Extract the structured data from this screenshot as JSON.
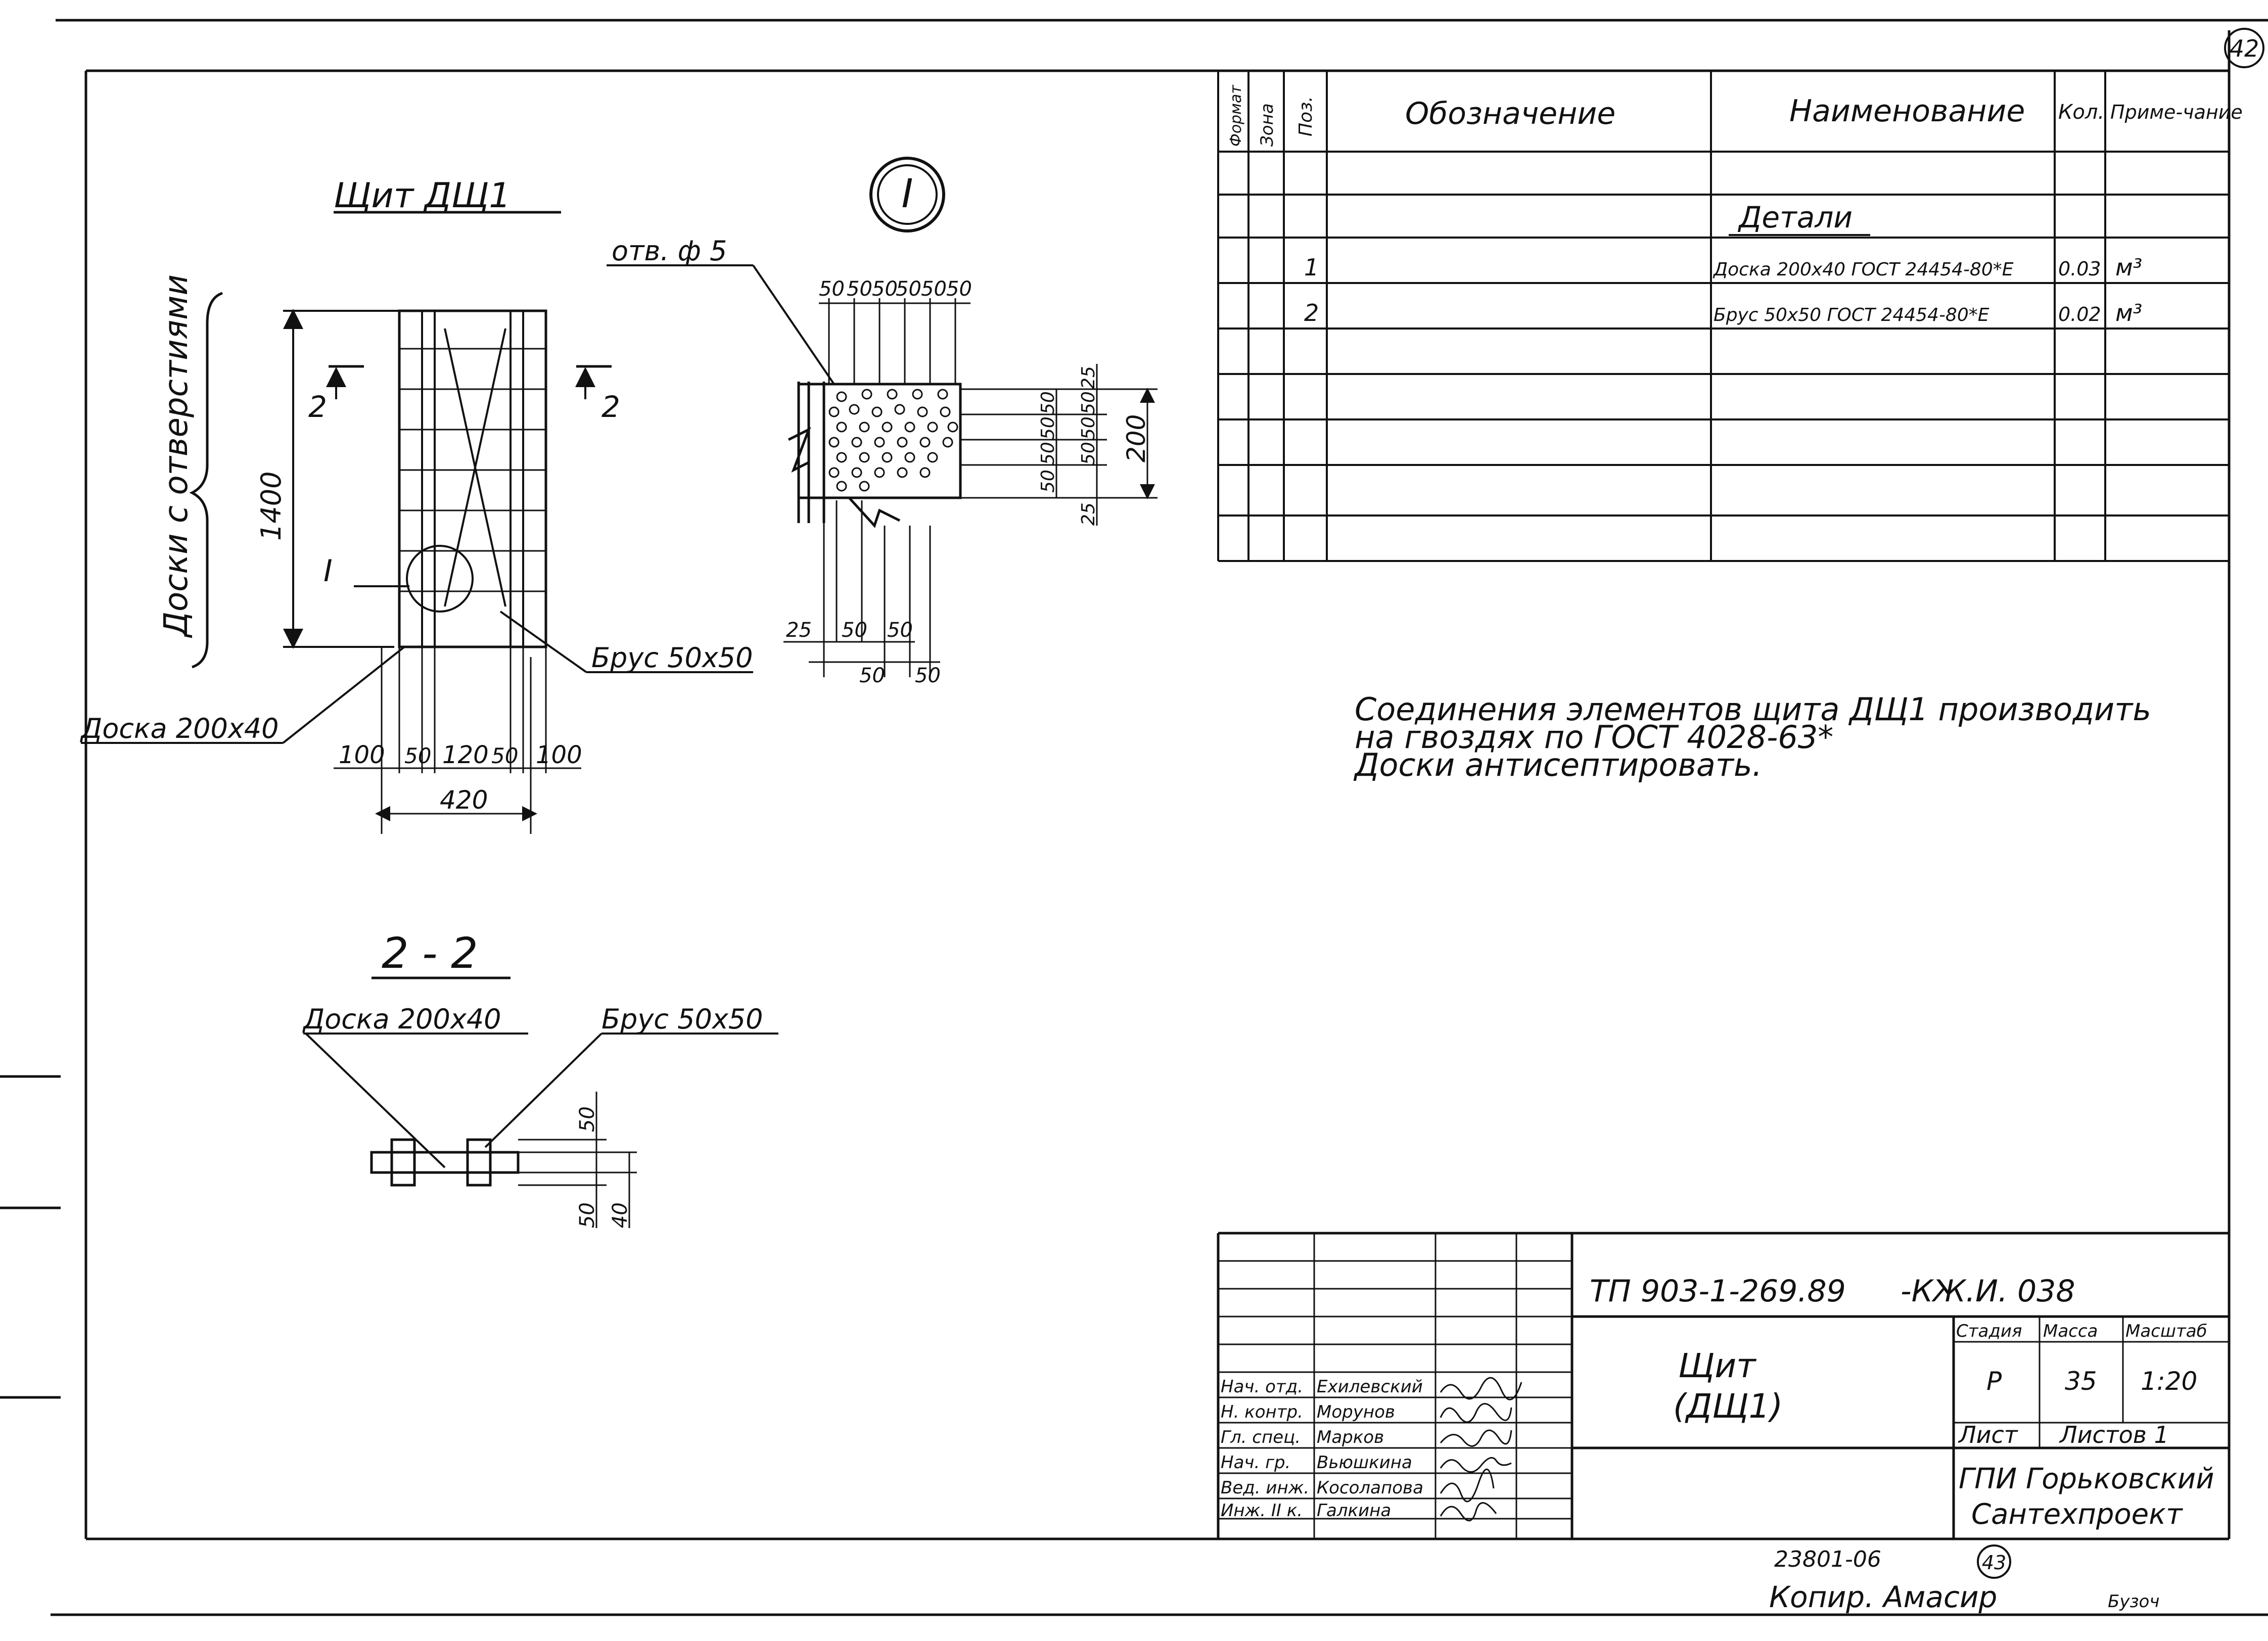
{
  "page_number": "42",
  "page_number_bottom": "43",
  "archive_number": "23801-06",
  "copy_note": "Копир. Амасир",
  "copy_note_small": "Бузоч",
  "shield_view": {
    "title": "Щит ДЩ1",
    "side_label": "Доски с отверстиями",
    "height_dim": "1400",
    "section_mark_left": "2",
    "section_mark_right": "2",
    "detail_mark": "I",
    "board_callout": "Доска 200х40",
    "beam_callout": "Брус 50х50",
    "width_dims": [
      "100",
      "50",
      "120",
      "50",
      "100"
    ],
    "total_width": "420"
  },
  "detail_view": {
    "roman_numeral": "I",
    "hole_label": "отв. ф 5",
    "top_dims": [
      "50",
      "50",
      "50",
      "50",
      "50",
      "50"
    ],
    "right_dims_inner": [
      "50",
      "50",
      "50",
      "50"
    ],
    "right_dims_outer": [
      "25",
      "50",
      "50",
      "50",
      "25"
    ],
    "right_total": "200",
    "bottom_dims_upper": [
      "25",
      "50",
      "50"
    ],
    "bottom_dims_lower": [
      "50",
      "50"
    ]
  },
  "section_view": {
    "title": "2 - 2",
    "board_callout": "Доска 200х40",
    "beam_callout": "Брус 50х50",
    "dims": [
      "50",
      "50",
      "40"
    ]
  },
  "spec_table": {
    "headers": [
      "Формат",
      "Зона",
      "Поз.",
      "Обозначение",
      "Наименование",
      "Кол.",
      "Приме-чание"
    ],
    "section_heading": "Детали",
    "rows": [
      {
        "pos": "1",
        "name": "Доска 200х40 ГОСТ 24454-80*Е",
        "qty": "0.03",
        "note": "м³"
      },
      {
        "pos": "2",
        "name": "Брус 50х50 ГОСТ 24454-80*Е",
        "qty": "0.02",
        "note": "м³"
      }
    ]
  },
  "notes": [
    "Соединения элементов щита ДЩ1 производить",
    "на гвоздях по ГОСТ 4028-63*",
    "Доски антисептировать."
  ],
  "title_block": {
    "doc_code": "ТП 903-1-269.89",
    "doc_suffix": "-КЖ.И. 038",
    "item_name_1": "Щит",
    "item_name_2": "(ДЩ1)",
    "stage_label": "Стадия",
    "mass_label": "Масса",
    "scale_label": "Масштаб",
    "stage": "Р",
    "mass": "35",
    "scale": "1:20",
    "sheet_label": "Лист",
    "sheets_label": "Листов 1",
    "org_1": "ГПИ Горьковский",
    "org_2": "Сантехпроект",
    "signatures": [
      {
        "role": "Нач. отд.",
        "name": "Ехилевский"
      },
      {
        "role": "Н. контр.",
        "name": "Морунов"
      },
      {
        "role": "Гл. спец.",
        "name": "Марков"
      },
      {
        "role": "Нач. гр.",
        "name": "Вьюшкина"
      },
      {
        "role": "Вед. инж.",
        "name": "Косолапова"
      },
      {
        "role": "Инж. II к.",
        "name": "Галкина"
      }
    ]
  }
}
